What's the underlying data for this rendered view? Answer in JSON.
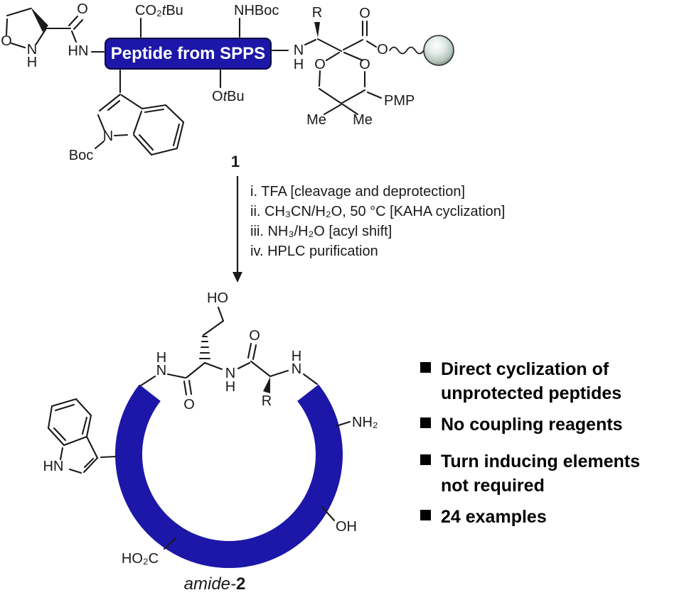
{
  "colors": {
    "blue": "#1c17a8",
    "ink": "#1a1a1a"
  },
  "top": {
    "iso_o": "O",
    "iso_n": "N",
    "iso_h": "H",
    "hn": "HN",
    "box_label": "Peptide from SPPS",
    "co2tbu_a": "CO₂",
    "co2tbu_t": "t",
    "co2tbu_b": "Bu",
    "nhboc": "NHBoc",
    "otbu_a": "O",
    "otbu_t": "t",
    "otbu_b": "Bu",
    "indole_n": "N",
    "indole_boc": "Boc",
    "nh_n": "N",
    "nh_h": "H",
    "r": "R",
    "o_carbonyl": "O",
    "o_ester": "O",
    "ring_o_left": "O",
    "ring_o_right": "O",
    "me_left": "Me",
    "me_right": "Me",
    "pmp": "PMP",
    "compound_number": "1"
  },
  "conditions": [
    "i. TFA [cleavage and deprotection]",
    "ii. CH₃CN/H₂O, 50 °C [KAHA cyclization]",
    "iii. NH₃/H₂O [acyl shift]",
    "iv. HPLC purification"
  ],
  "bottom": {
    "ho": "HO",
    "h1": "H",
    "n1": "N",
    "o1": "O",
    "n2": "N",
    "h2": "H",
    "o2": "O",
    "r": "R",
    "h3": "H",
    "n3": "N",
    "nh2": "NH₂",
    "oh": "OH",
    "ho2c": "HO₂C",
    "hn_indole": "HN",
    "name_italic": "amide-",
    "name_bold": "2"
  },
  "bullets": [
    {
      "line1": "Direct cyclization of",
      "line2": "unprotected peptides"
    },
    {
      "line1": "No coupling reagents",
      "line2": ""
    },
    {
      "line1": "Turn inducing elements",
      "line2": "not required"
    },
    {
      "line1": "24 examples",
      "line2": ""
    }
  ]
}
